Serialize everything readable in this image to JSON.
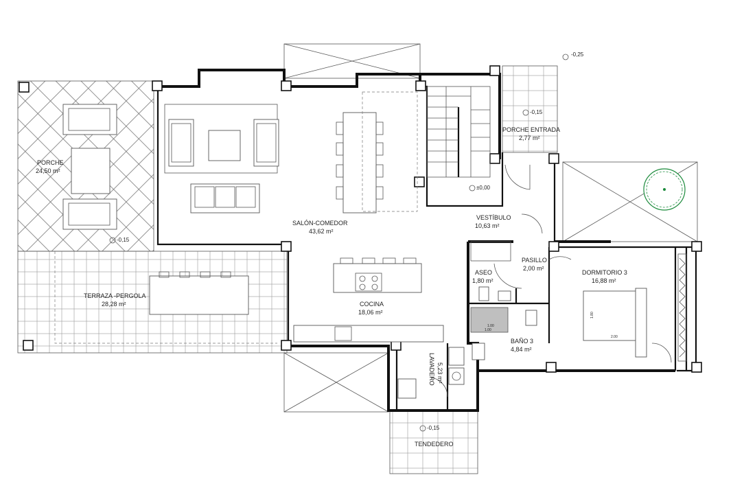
{
  "rooms": {
    "porche": {
      "name": "PORCHE",
      "area": "24,50 m²"
    },
    "terraza": {
      "name": "TERRAZA -PERGOLA",
      "area": "28,28 m²"
    },
    "salon": {
      "name": "SALÓN-COMEDOR",
      "area": "43,62 m²"
    },
    "cocina": {
      "name": "COCINA",
      "area": "18,06 m²"
    },
    "vestibulo": {
      "name": "VESTÍBULO",
      "area": "10,63 m²"
    },
    "porche_entrada": {
      "name": "PORCHE ENTRADA",
      "area": "2,77 m²"
    },
    "pasillo": {
      "name": "PASILLO",
      "area": "2,00 m²"
    },
    "aseo": {
      "name": "ASEO",
      "area": "1,80 m²"
    },
    "dormitorio3": {
      "name": "DORMITORIO 3",
      "area": "16,88 m²"
    },
    "bano3": {
      "name": "BAÑO 3",
      "area": "4,84 m²"
    },
    "lavadero": {
      "name": "LAVADERO",
      "area": "5,23 m²"
    },
    "tendedero": {
      "name": "TENDEDERO"
    }
  },
  "levels": {
    "top_right": "-0,25",
    "porche_entrada": "-0,15",
    "vestibulo": "±0,00",
    "porche": "-0,15",
    "tendedero": "-0,15"
  },
  "dims": {
    "bano_a": "1.00",
    "bano_b": "1.00",
    "bed_w": "2.00",
    "bed_h": "1.80"
  }
}
